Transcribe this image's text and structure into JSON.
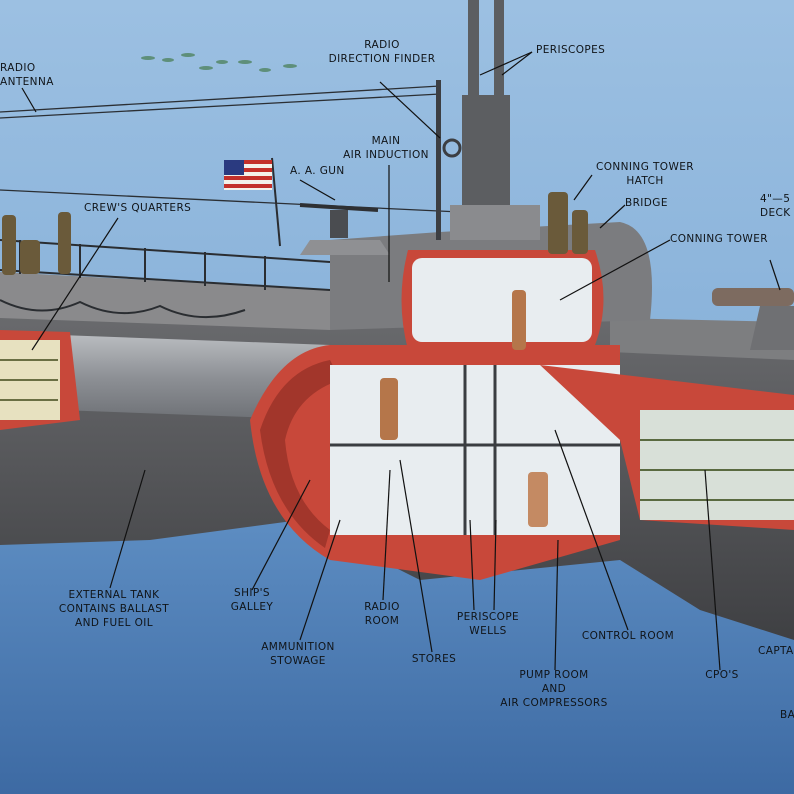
{
  "labels": {
    "radio_antenna": "RADIO\nANTENNA",
    "radio_direction_finder": "RADIO\nDIRECTION FINDER",
    "periscopes": "PERISCOPES",
    "main_air_induction": "MAIN\nAIR INDUCTION",
    "aa_gun": "A. A. GUN",
    "crews_quarters": "CREW'S QUARTERS",
    "conning_tower_hatch": "CONNING TOWER\nHATCH",
    "bridge": "BRIDGE",
    "deck_gun": "4\"—5\nDECK",
    "conning_tower": "CONNING TOWER",
    "external_tank": "EXTERNAL TANK\nCONTAINS BALLAST\nAND FUEL OIL",
    "ships_galley": "SHIP'S\nGALLEY",
    "radio_room": "RADIO\nROOM",
    "ammunition_stowage": "AMMUNITION\nSTOWAGE",
    "stores": "STORES",
    "periscope_wells": "PERISCOPE\nWELLS",
    "control_room": "CONTROL ROOM",
    "pump_room": "PUMP ROOM\nAND\nAIR COMPRESSORS",
    "cpos": "CPO'S",
    "captain": "CAPTA",
    "battery": "BA"
  },
  "colors": {
    "sky": "#8fb6dd",
    "sea": "#4f7fb6",
    "hull": "#5c5d5f",
    "deck": "#8a8a8c",
    "cutaway": "#c8483a",
    "interior": "#e8edf0"
  }
}
